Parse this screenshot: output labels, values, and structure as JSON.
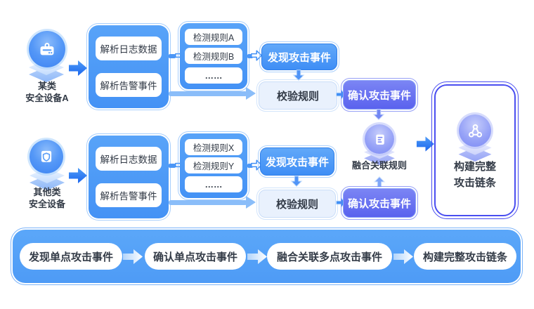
{
  "flow1": {
    "device_label_line1": "某类",
    "device_label_line2": "安全设备A",
    "parse_items": [
      "解析日志数据",
      "解析告警事件"
    ],
    "rule_items": [
      "检测规则A",
      "检测规则B",
      "……"
    ],
    "discover_label": "发现攻击事件",
    "verify_label": "校验规则",
    "confirm_label": "确认攻击事件"
  },
  "flow2": {
    "device_label_line1": "其他类",
    "device_label_line2": "安全设备",
    "parse_items": [
      "解析日志数据",
      "解析告警事件"
    ],
    "rule_items": [
      "检测规则X",
      "检测规则Y",
      "……"
    ],
    "discover_label": "发现攻击事件",
    "verify_label": "校验规则",
    "confirm_label": "确认攻击事件"
  },
  "fusion": {
    "label": "融合关联规则"
  },
  "result": {
    "line1": "构建完整",
    "line2": "攻击链条"
  },
  "bottom_bar": {
    "steps": [
      "发现单点攻击事件",
      "确认单点攻击事件",
      "融合关联多点攻击事件",
      "构建完整攻击链条"
    ]
  },
  "colors": {
    "primary_blue": "#4f9cf7",
    "deep_blue": "#1f6cf0",
    "purple": "#6168ef",
    "light_arrow_blue": "#8abdf9",
    "result_outline": "#4a4ef0"
  }
}
